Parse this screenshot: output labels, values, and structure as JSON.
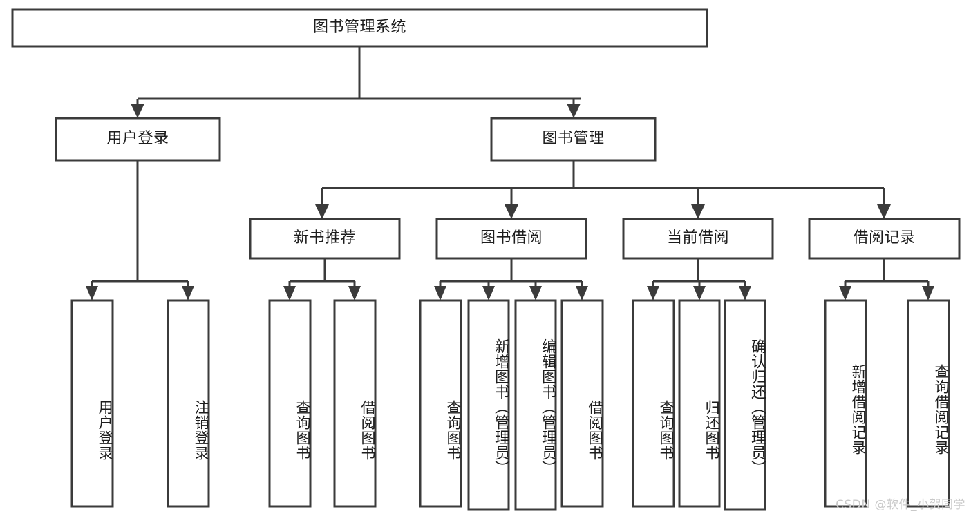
{
  "diagram": {
    "title": "图书管理系统",
    "type": "tree",
    "watermark": "CSDN @软件_小贺同学",
    "colors": {
      "stroke": "#3b3b3b",
      "box_fill": "#ffffff",
      "text": "#1d1d1d",
      "background": "#ffffff",
      "watermark": "#c9c9c9"
    },
    "nodes": {
      "root": {
        "label": "图书管理系统",
        "level": 1,
        "orientation": "horizontal"
      },
      "l2": [
        {
          "id": "user-login",
          "label": "用户登录",
          "level": 2,
          "orientation": "horizontal"
        },
        {
          "id": "book-manage",
          "label": "图书管理",
          "level": 2,
          "orientation": "horizontal"
        }
      ],
      "l3": [
        {
          "id": "new-book-rec",
          "label": "新书推荐",
          "level": 3,
          "orientation": "horizontal"
        },
        {
          "id": "book-borrow",
          "label": "图书借阅",
          "level": 3,
          "orientation": "horizontal"
        },
        {
          "id": "current-borrow",
          "label": "当前借阅",
          "level": 3,
          "orientation": "horizontal"
        },
        {
          "id": "borrow-record",
          "label": "借阅记录",
          "level": 3,
          "orientation": "horizontal"
        }
      ],
      "leaves": [
        {
          "id": "leaf-user-login",
          "label": "用户登录",
          "parent": "user-login",
          "orientation": "vertical",
          "tall": false
        },
        {
          "id": "leaf-logout",
          "label": "注销登录",
          "parent": "user-login",
          "orientation": "vertical",
          "tall": false
        },
        {
          "id": "leaf-query-book-rec",
          "label": "查询图书",
          "parent": "new-book-rec",
          "orientation": "vertical",
          "tall": false
        },
        {
          "id": "leaf-borrow-book-rec",
          "label": "借阅图书",
          "parent": "new-book-rec",
          "orientation": "vertical",
          "tall": false
        },
        {
          "id": "leaf-query-book-bor",
          "label": "查询图书",
          "parent": "book-borrow",
          "orientation": "vertical",
          "tall": false
        },
        {
          "id": "leaf-add-book",
          "label": "新增图书（管理员）",
          "parent": "book-borrow",
          "orientation": "vertical",
          "tall": true
        },
        {
          "id": "leaf-edit-book",
          "label": "编辑图书（管理员）",
          "parent": "book-borrow",
          "orientation": "vertical",
          "tall": true
        },
        {
          "id": "leaf-borrow-book-bor",
          "label": "借阅图书",
          "parent": "book-borrow",
          "orientation": "vertical",
          "tall": false
        },
        {
          "id": "leaf-query-book-cur",
          "label": "查询图书",
          "parent": "current-borrow",
          "orientation": "vertical",
          "tall": false
        },
        {
          "id": "leaf-return-book",
          "label": "归还图书",
          "parent": "current-borrow",
          "orientation": "vertical",
          "tall": false
        },
        {
          "id": "leaf-confirm-return",
          "label": "确认归还（管理员）",
          "parent": "current-borrow",
          "orientation": "vertical",
          "tall": true
        },
        {
          "id": "leaf-add-record",
          "label": "新增借阅记录",
          "parent": "borrow-record",
          "orientation": "vertical",
          "tall": false
        },
        {
          "id": "leaf-query-record",
          "label": "查询借阅记录",
          "parent": "borrow-record",
          "orientation": "vertical",
          "tall": false
        }
      ]
    }
  }
}
